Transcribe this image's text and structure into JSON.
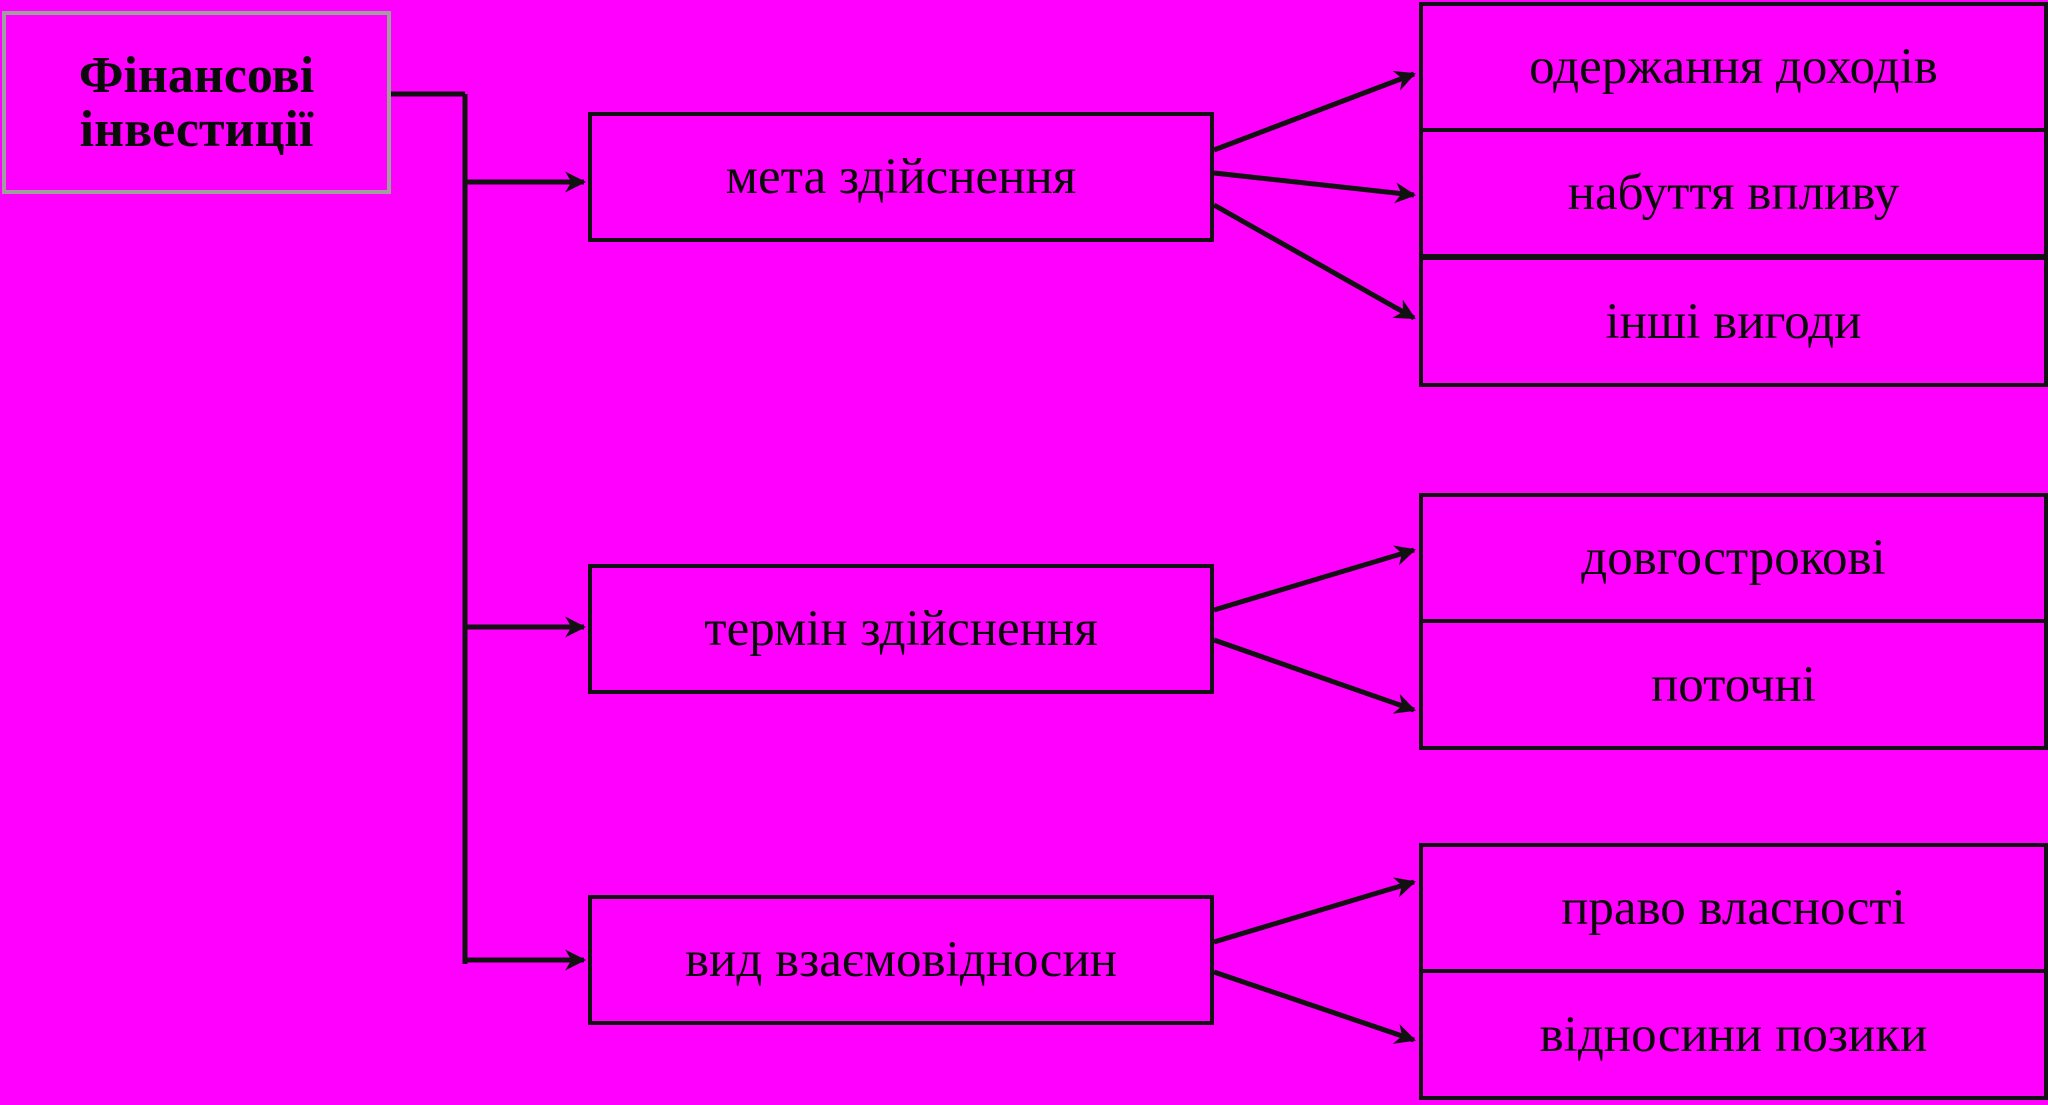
{
  "colors": {
    "background": "#ff00ff",
    "line": "#111111",
    "root_border": "#9e9e9e",
    "text": "#0a0a0a"
  },
  "root": {
    "label_line1": "Фінансові",
    "label_line2": "інвестиції"
  },
  "categories": [
    {
      "label": "мета здійснення",
      "items": [
        "одержання доходів",
        "набуття впливу",
        "інші вигоди"
      ]
    },
    {
      "label": "термін здійснення",
      "items": [
        "довгострокові",
        "поточні"
      ]
    },
    {
      "label": "вид взаємовідносин",
      "items": [
        "право власності",
        "відносини позики"
      ]
    }
  ]
}
